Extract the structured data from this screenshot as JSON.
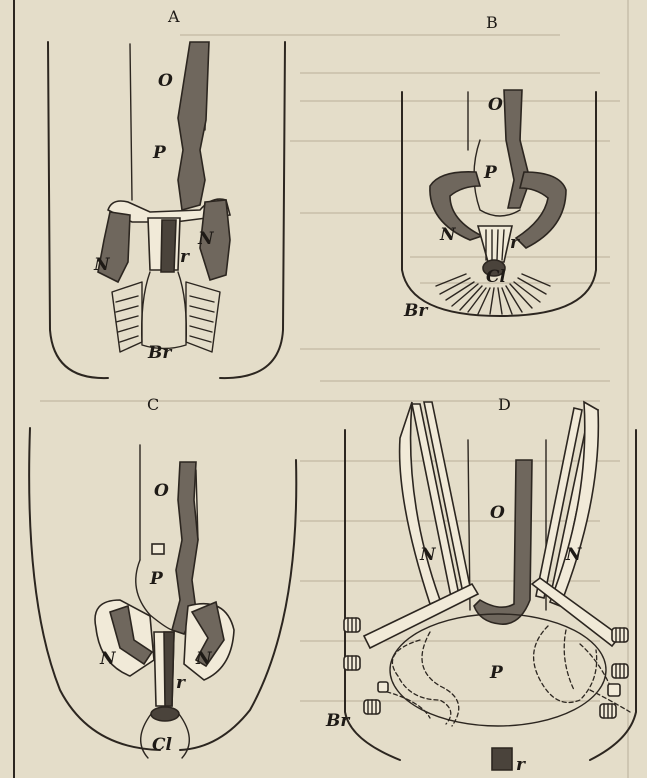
{
  "panels": [
    {
      "id": "A",
      "caption": "A",
      "labels": {
        "O": "O",
        "P": "P",
        "N_left": "N",
        "N_right": "N",
        "r": "r",
        "Br": "Br"
      }
    },
    {
      "id": "B",
      "caption": "B",
      "labels": {
        "O": "O",
        "P": "P",
        "N": "N",
        "r": "r",
        "Cl": "Cl",
        "Br": "Br"
      }
    },
    {
      "id": "C",
      "caption": "C",
      "labels": {
        "O": "O",
        "P": "P",
        "N_left": "N",
        "N_right": "N",
        "r": "r",
        "Cl": "Cl"
      }
    },
    {
      "id": "D",
      "caption": "D",
      "labels": {
        "O": "O",
        "P": "P",
        "N_left": "N",
        "N_right": "N",
        "r": "r",
        "Br": "Br"
      }
    }
  ],
  "colors": {
    "paper": "#e4ddc9",
    "ink": "#2c2620",
    "shade": "#6f675d"
  }
}
